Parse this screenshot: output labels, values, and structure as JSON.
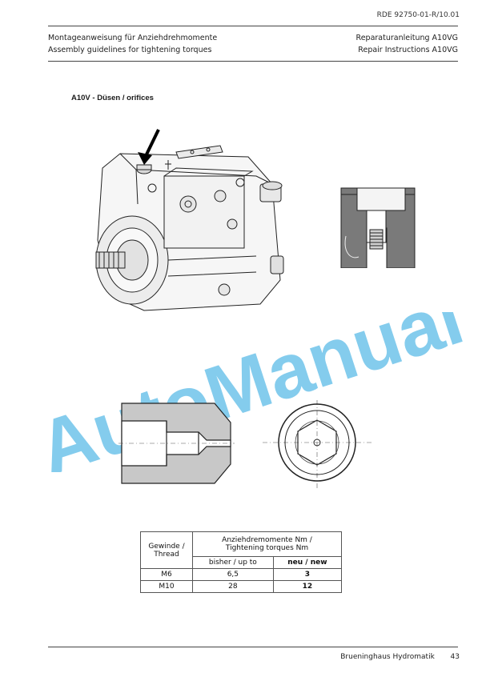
{
  "doc_ref": "RDE 92750-01-R/10.01",
  "header": {
    "left_line1": "Montageanweisung für Anziehdrehmomente",
    "left_line2": "Assembly guidelines for tightening torques",
    "right_line1": "Reparaturanleitung A10VG",
    "right_line2": "Repair Instructions A10VG"
  },
  "section_title": "A10V - Düsen / orifices",
  "watermark": "AutoManual",
  "table": {
    "col1_header_line1": "Gewinde /",
    "col1_header_line2": "Thread",
    "group_header_line1": "Anziehdremomente Nm /",
    "group_header_line2": "Tightening torques Nm",
    "sub_old": "bisher / up to",
    "sub_new": "neu / new",
    "rows": [
      {
        "thread": "M6",
        "old": "6,5",
        "new": "3"
      },
      {
        "thread": "M10",
        "old": "28",
        "new": "12"
      }
    ]
  },
  "footer": {
    "company": "Brueninghaus Hydromatik",
    "page_number": "43"
  }
}
